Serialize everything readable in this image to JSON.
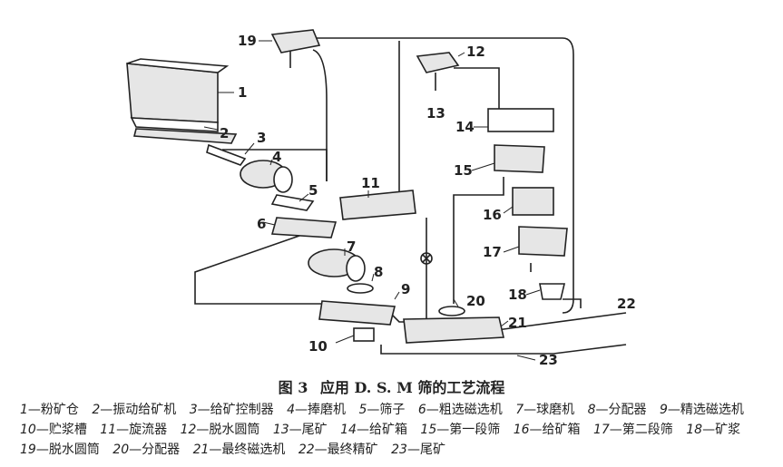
{
  "figure": {
    "number": "图 3",
    "title": "应用 D. S. M 筛的工艺流程"
  },
  "labels": [
    "1",
    "2",
    "3",
    "4",
    "5",
    "6",
    "7",
    "8",
    "9",
    "10",
    "11",
    "12",
    "13",
    "14",
    "15",
    "16",
    "17",
    "18",
    "19",
    "20",
    "21",
    "22",
    "23"
  ],
  "legend": [
    {
      "num": "1",
      "name": "粉矿仓"
    },
    {
      "num": "2",
      "name": "振动给矿机"
    },
    {
      "num": "3",
      "name": "给矿控制器"
    },
    {
      "num": "4",
      "name": "捧磨机"
    },
    {
      "num": "5",
      "name": "筛子"
    },
    {
      "num": "6",
      "name": "粗选磁选机"
    },
    {
      "num": "7",
      "name": "球磨机"
    },
    {
      "num": "8",
      "name": "分配器"
    },
    {
      "num": "9",
      "name": "精选磁选机"
    },
    {
      "num": "10",
      "name": "贮浆槽"
    },
    {
      "num": "11",
      "name": "旋流器"
    },
    {
      "num": "12",
      "name": "脱水圆筒"
    },
    {
      "num": "13",
      "name": "尾矿"
    },
    {
      "num": "14",
      "name": "给矿箱"
    },
    {
      "num": "15",
      "name": "第一段筛"
    },
    {
      "num": "16",
      "name": "给矿箱"
    },
    {
      "num": "17",
      "name": "第二段筛"
    },
    {
      "num": "18",
      "name": "矿浆"
    },
    {
      "num": "19",
      "name": "脱水圆筒"
    },
    {
      "num": "20",
      "name": "分配器"
    },
    {
      "num": "21",
      "name": "最终磁选机"
    },
    {
      "num": "22",
      "name": "最终精矿"
    },
    {
      "num": "23",
      "name": "尾矿"
    }
  ],
  "legend_separator": "—"
}
